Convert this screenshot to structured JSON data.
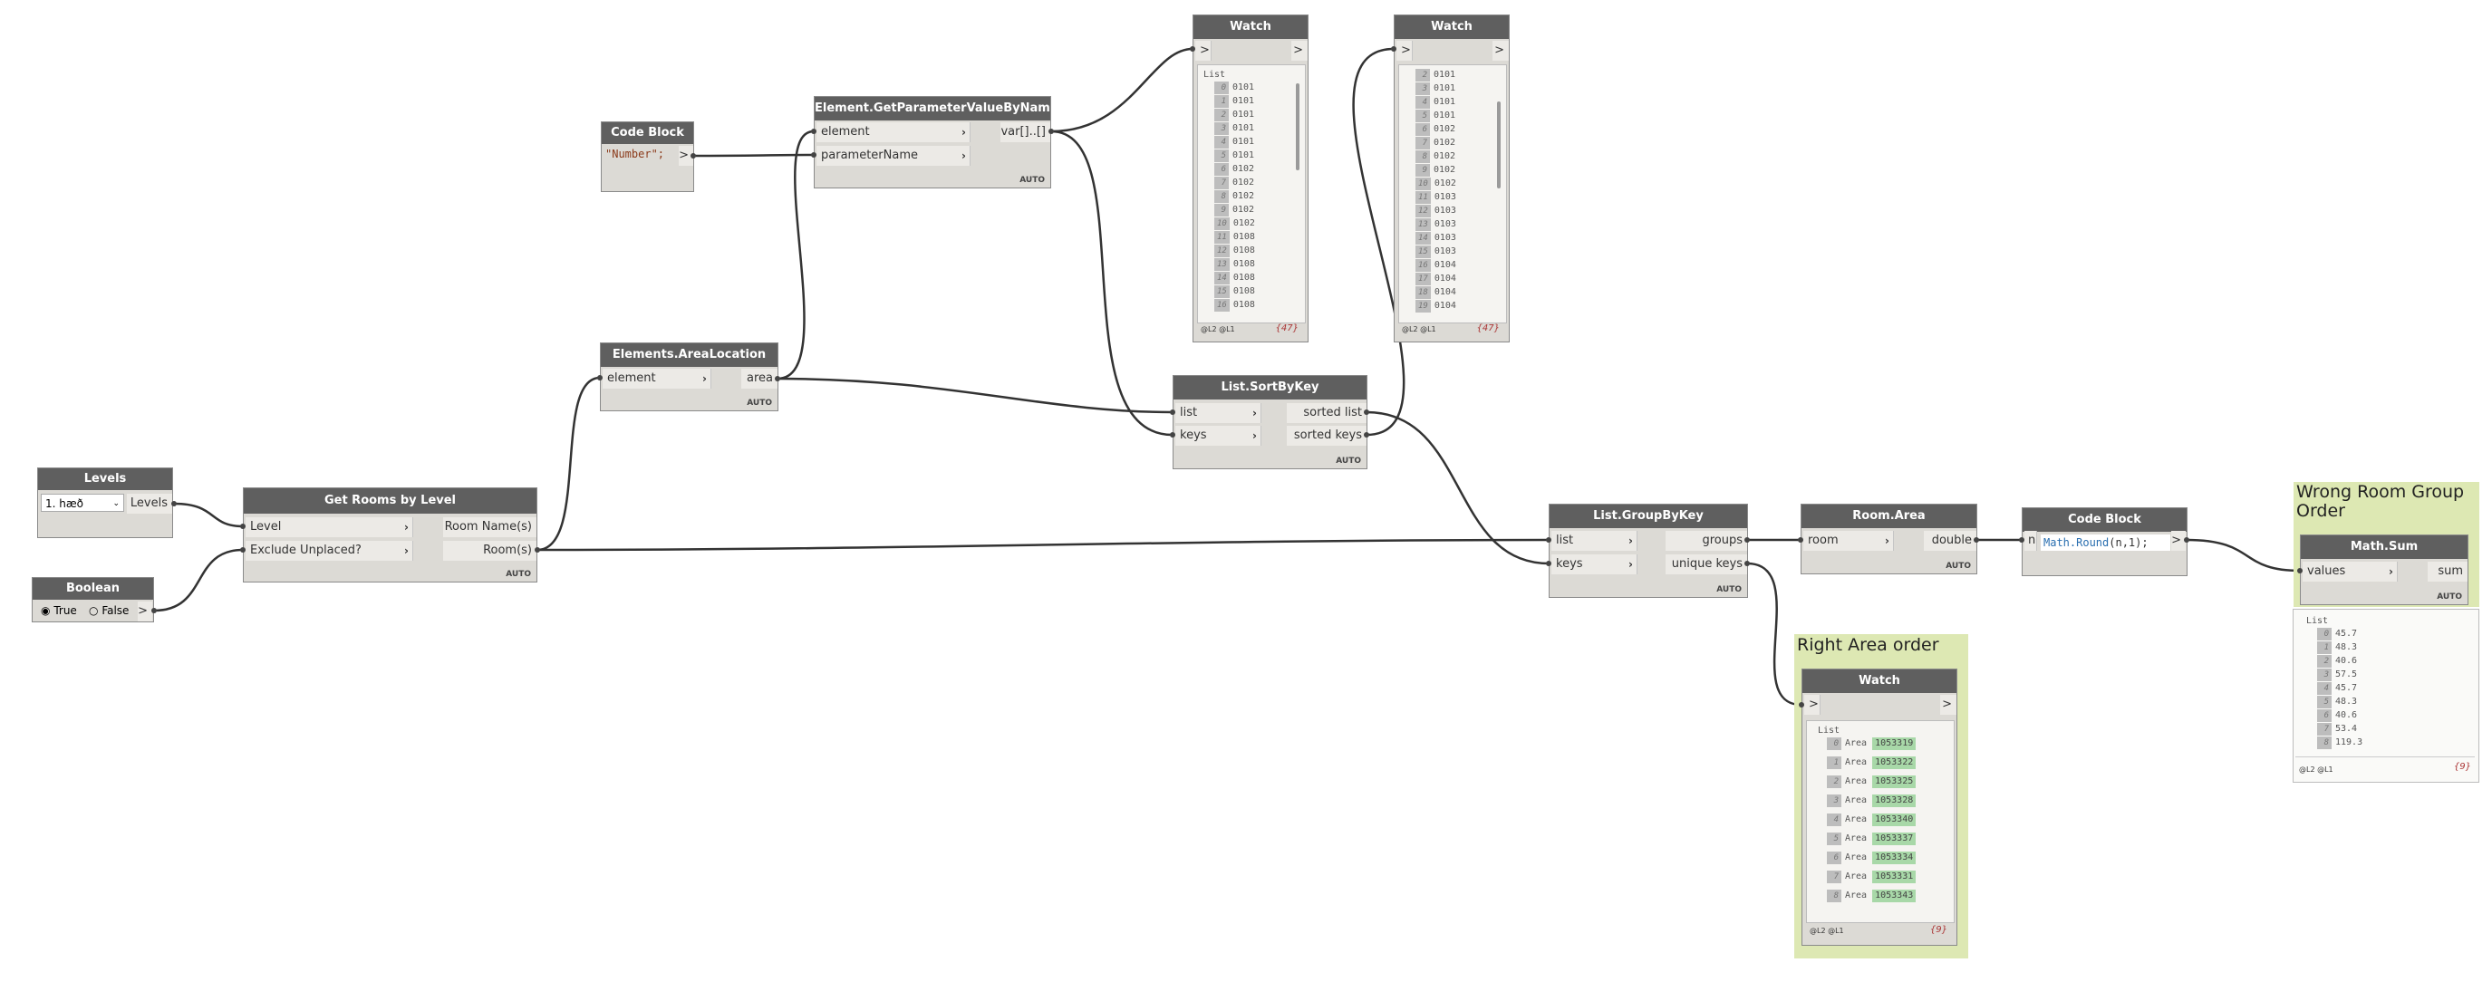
{
  "nodes": {
    "levels": {
      "title": "Levels",
      "dropdown": "1. hæð",
      "output": "Levels"
    },
    "boolean": {
      "title": "Boolean",
      "true_label": "True",
      "false_label": "False",
      "output": ">"
    },
    "get_rooms": {
      "title": "Get Rooms by Level",
      "in1": "Level",
      "in2": "Exclude Unplaced?",
      "out1": "Room Name(s)",
      "out2": "Room(s)",
      "auto": "AUTO"
    },
    "code_block_1": {
      "title": "Code Block",
      "code": "\"Number\";",
      "output": ">"
    },
    "get_param": {
      "title": "Element.GetParameterValueByName",
      "in1": "element",
      "in2": "parameterName",
      "out1": "var[]..[]",
      "auto": "AUTO"
    },
    "area_location": {
      "title": "Elements.AreaLocation",
      "in1": "element",
      "out1": "area",
      "auto": "AUTO"
    },
    "sort_by_key": {
      "title": "List.SortByKey",
      "in1": "list",
      "in2": "keys",
      "out1": "sorted list",
      "out2": "sorted keys",
      "auto": "AUTO"
    },
    "group_by_key": {
      "title": "List.GroupByKey",
      "in1": "list",
      "in2": "keys",
      "out1": "groups",
      "out2": "unique keys",
      "auto": "AUTO"
    },
    "room_area": {
      "title": "Room.Area",
      "in1": "room",
      "out1": "double",
      "auto": "AUTO"
    },
    "code_block_2": {
      "title": "Code Block",
      "input": "n",
      "code_fn": "Math.",
      "code_call": "Round",
      "code_args": "(n,1);",
      "output": ">"
    },
    "math_sum": {
      "title": "Math.Sum",
      "in1": "values",
      "out1": "sum",
      "auto": "AUTO"
    }
  },
  "watch1": {
    "title": "Watch",
    "in": ">",
    "out": ">",
    "list_label": "List",
    "rows": [
      [
        "0",
        "0101"
      ],
      [
        "1",
        "0101"
      ],
      [
        "2",
        "0101"
      ],
      [
        "3",
        "0101"
      ],
      [
        "4",
        "0101"
      ],
      [
        "5",
        "0101"
      ],
      [
        "6",
        "0102"
      ],
      [
        "7",
        "0102"
      ],
      [
        "8",
        "0102"
      ],
      [
        "9",
        "0102"
      ],
      [
        "10",
        "0102"
      ],
      [
        "11",
        "0108"
      ],
      [
        "12",
        "0108"
      ],
      [
        "13",
        "0108"
      ],
      [
        "14",
        "0108"
      ],
      [
        "15",
        "0108"
      ],
      [
        "16",
        "0108"
      ]
    ],
    "footer": "@L2 @L1",
    "count": "{47}"
  },
  "watch2": {
    "title": "Watch",
    "in": ">",
    "out": ">",
    "rows": [
      [
        "2",
        "0101"
      ],
      [
        "3",
        "0101"
      ],
      [
        "4",
        "0101"
      ],
      [
        "5",
        "0101"
      ],
      [
        "6",
        "0102"
      ],
      [
        "7",
        "0102"
      ],
      [
        "8",
        "0102"
      ],
      [
        "9",
        "0102"
      ],
      [
        "10",
        "0102"
      ],
      [
        "11",
        "0103"
      ],
      [
        "12",
        "0103"
      ],
      [
        "13",
        "0103"
      ],
      [
        "14",
        "0103"
      ],
      [
        "15",
        "0103"
      ],
      [
        "16",
        "0104"
      ],
      [
        "17",
        "0104"
      ],
      [
        "18",
        "0104"
      ],
      [
        "19",
        "0104"
      ]
    ],
    "footer": "@L2 @L1",
    "count": "{47}"
  },
  "watch3": {
    "title": "Watch",
    "in": ">",
    "out": ">",
    "list_label": "List",
    "rows": [
      [
        "0",
        "Area",
        "1053319"
      ],
      [
        "1",
        "Area",
        "1053322"
      ],
      [
        "2",
        "Area",
        "1053325"
      ],
      [
        "3",
        "Area",
        "1053328"
      ],
      [
        "4",
        "Area",
        "1053340"
      ],
      [
        "5",
        "Area",
        "1053337"
      ],
      [
        "6",
        "Area",
        "1053334"
      ],
      [
        "7",
        "Area",
        "1053331"
      ],
      [
        "8",
        "Area",
        "1053343"
      ]
    ],
    "footer": "@L2 @L1",
    "count": "{9}"
  },
  "sum_preview": {
    "list_label": "List",
    "rows": [
      [
        "0",
        "45.7"
      ],
      [
        "1",
        "48.3"
      ],
      [
        "2",
        "40.6"
      ],
      [
        "3",
        "57.5"
      ],
      [
        "4",
        "45.7"
      ],
      [
        "5",
        "48.3"
      ],
      [
        "6",
        "40.6"
      ],
      [
        "7",
        "53.4"
      ],
      [
        "8",
        "119.3"
      ]
    ],
    "footer": "@L2 @L1",
    "count": "{9}"
  },
  "groups": {
    "right_area": {
      "title": "Right Area order",
      "color": "#dde8b3"
    },
    "wrong_room": {
      "title_l1": "Wrong Room Group",
      "title_l2": "Order",
      "color": "#dde8b3"
    }
  },
  "colors": {
    "node_header": "#5f5f5f",
    "node_body": "#dcdad5",
    "wire": "#333333",
    "watch_green": "#a8d8a8"
  }
}
